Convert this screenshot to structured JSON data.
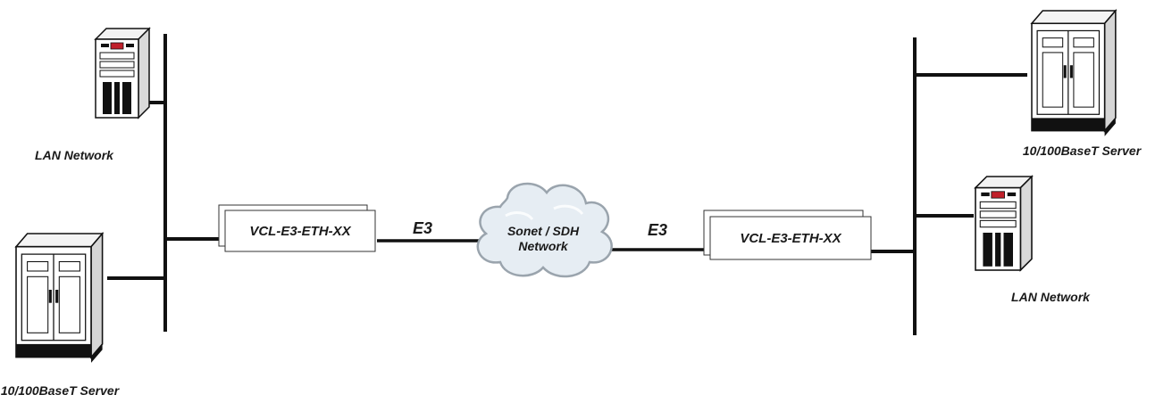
{
  "left_site": {
    "lan_label": "LAN Network",
    "server_label": "10/100BaseT Server"
  },
  "right_site": {
    "lan_label": "LAN Network",
    "server_label": "10/100BaseT Server"
  },
  "devices": {
    "left_label": "VCL-E3-ETH-XX",
    "right_label": "VCL-E3-ETH-XX"
  },
  "links": {
    "left_label": "E3",
    "right_label": "E3"
  },
  "cloud": {
    "line1": "Sonet / SDH",
    "line2": "Network"
  },
  "icons": [
    "tower-pc-icon",
    "rack-server-icon",
    "cloud-icon"
  ]
}
